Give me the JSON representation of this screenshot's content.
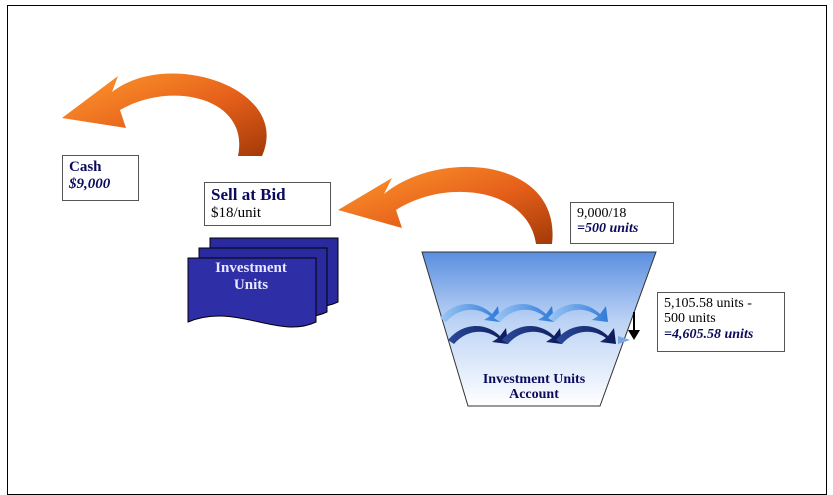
{
  "cash": {
    "title": "Cash",
    "amount": "$9,000"
  },
  "sell": {
    "title": "Sell at Bid",
    "price": "$18/unit"
  },
  "investment_units": {
    "line1": "Investment",
    "line2": "Units"
  },
  "calc1": {
    "line1": "9,000/18",
    "line2": "=500 units"
  },
  "calc2": {
    "line1": "5,105.58 units -",
    "line2": "500 units",
    "line3": "=4,605.58 units"
  },
  "account": {
    "line1": "Investment Units",
    "line2": "Account"
  },
  "colors": {
    "arrow": "#e8661a",
    "doc": "#2a2a9e",
    "funnel_top": "#5a8fe0",
    "navy": "#0b0b5e"
  }
}
